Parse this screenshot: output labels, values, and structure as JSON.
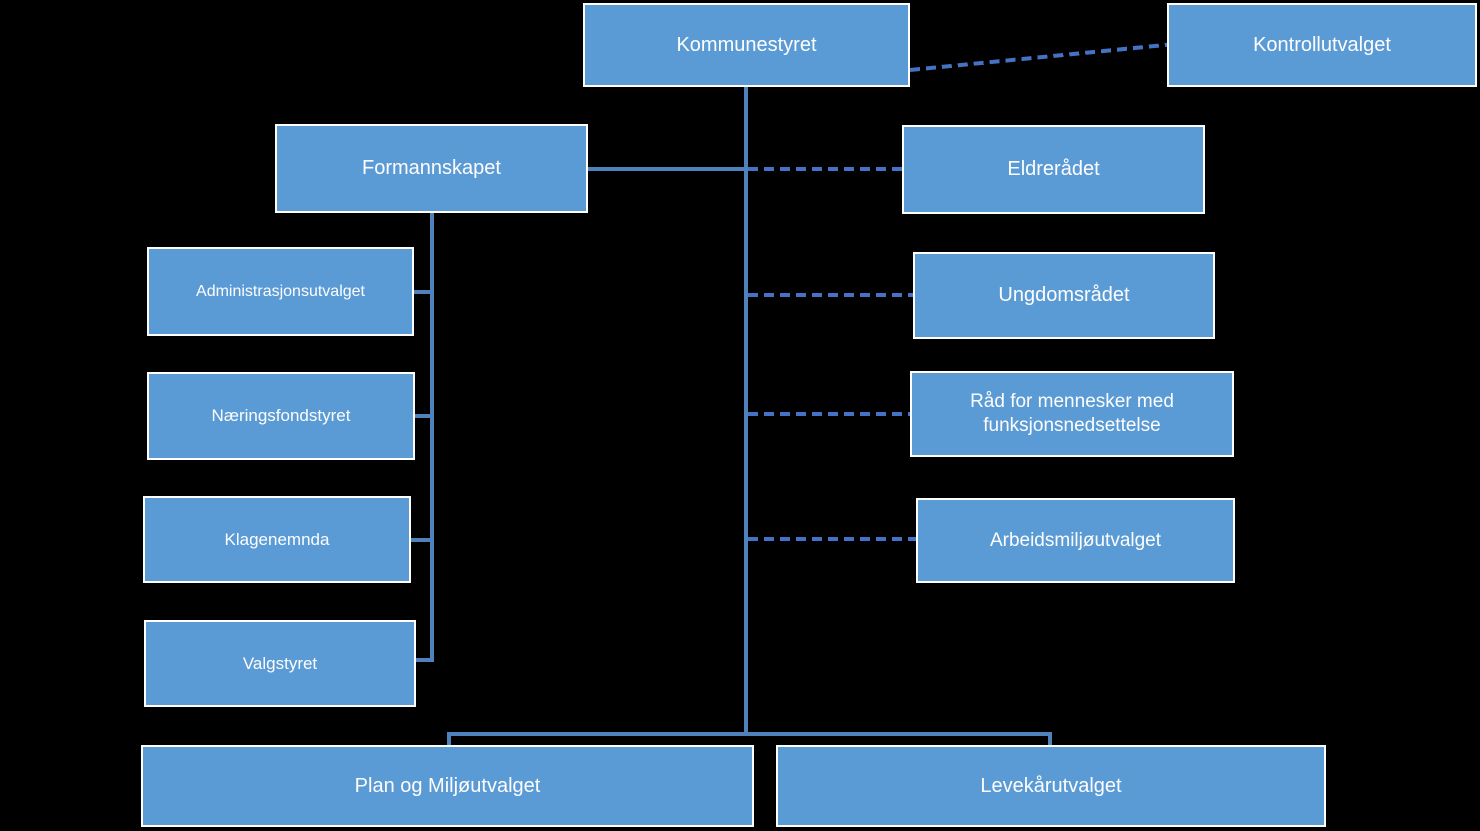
{
  "diagram": {
    "type": "org-chart",
    "language": "Norwegian",
    "background_color": "#000000",
    "colors": {
      "box_fill": "#5B9BD5",
      "box_border": "#FFFFFF",
      "box_text": "#FDFDFD",
      "solid_connector": "#4F81BD",
      "dashed_connector": "#4472C4"
    },
    "nodes": {
      "kommunestyret": {
        "label": "Kommunestyret"
      },
      "kontrollutvalget": {
        "label": "Kontrollutvalget"
      },
      "formannskapet": {
        "label": "Formannskapet"
      },
      "administrasjonsutvalget": {
        "label": "Administrasjonsutvalget"
      },
      "naeringsfondstyret": {
        "label": "Næringsfondstyret"
      },
      "klagenemnda": {
        "label": "Klagenemnda"
      },
      "valgstyret": {
        "label": "Valgstyret"
      },
      "eldreradet": {
        "label": "Eldrerådet"
      },
      "ungdomsradet": {
        "label": "Ungdomsrådet"
      },
      "radformennesker": {
        "label": "Råd for mennesker med funksjonsnedsettelse"
      },
      "arbeidsmiljoutvalget": {
        "label": "Arbeidsmiljøutvalget"
      },
      "planogmiljoutvalget": {
        "label": "Plan og Miljøutvalget"
      },
      "levekarutvalget": {
        "label": "Levekårutvalget"
      }
    },
    "edges": [
      {
        "from": "kommunestyret",
        "to": "kontrollutvalget",
        "style": "dashed"
      },
      {
        "from": "kommunestyret",
        "to": "formannskapet",
        "style": "solid"
      },
      {
        "from": "kommunestyret",
        "to": "eldreradet",
        "style": "dashed"
      },
      {
        "from": "kommunestyret",
        "to": "ungdomsradet",
        "style": "dashed"
      },
      {
        "from": "kommunestyret",
        "to": "radformennesker",
        "style": "dashed"
      },
      {
        "from": "kommunestyret",
        "to": "arbeidsmiljoutvalget",
        "style": "dashed"
      },
      {
        "from": "formannskapet",
        "to": "administrasjonsutvalget",
        "style": "solid"
      },
      {
        "from": "formannskapet",
        "to": "naeringsfondstyret",
        "style": "solid"
      },
      {
        "from": "formannskapet",
        "to": "klagenemnda",
        "style": "solid"
      },
      {
        "from": "formannskapet",
        "to": "valgstyret",
        "style": "solid"
      },
      {
        "from": "kommunestyret",
        "to": "planogmiljoutvalget",
        "style": "solid"
      },
      {
        "from": "kommunestyret",
        "to": "levekarutvalget",
        "style": "solid"
      }
    ]
  }
}
